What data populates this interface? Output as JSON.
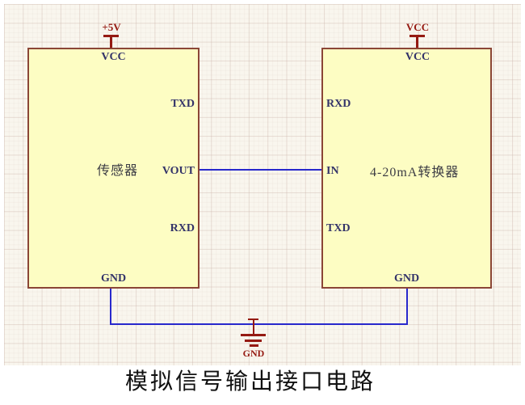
{
  "caption": "模拟信号输出接口电路",
  "sensor": {
    "name": "传感器",
    "pins": {
      "vcc": "VCC",
      "txd": "TXD",
      "vout": "VOUT",
      "rxd": "RXD",
      "gnd": "GND"
    }
  },
  "converter": {
    "name": "4-20mA转换器",
    "pins": {
      "vcc": "VCC",
      "rxd": "RXD",
      "in": "IN",
      "txd": "TXD",
      "gnd": "GND"
    }
  },
  "power": {
    "sensor_rail_label": "+5V",
    "converter_rail_label": "VCC",
    "ground_label": "GND"
  },
  "connections": [
    {
      "from": "传感器.VOUT",
      "to": "4-20mA转换器.IN"
    },
    {
      "from": "传感器.VCC",
      "to": "+5V"
    },
    {
      "from": "4-20mA转换器.VCC",
      "to": "VCC"
    },
    {
      "from": "传感器.GND",
      "to": "GND"
    },
    {
      "from": "4-20mA转换器.GND",
      "to": "GND"
    }
  ],
  "colors": {
    "background": "#f9f6ee",
    "block_fill": "#fdfdc3",
    "block_border": "#8b4636",
    "wire": "#2828cc",
    "power": "#951a12",
    "pin_text": "#333369",
    "caption_text": "#111111"
  }
}
